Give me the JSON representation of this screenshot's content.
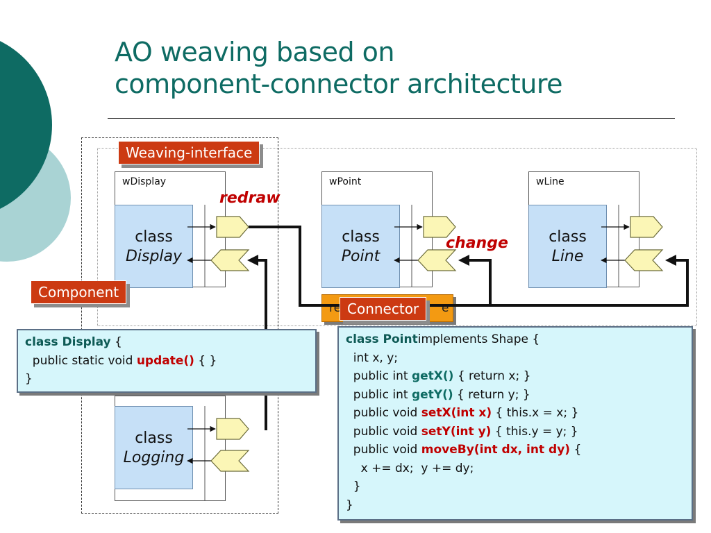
{
  "title": {
    "line1": "AO weaving based on",
    "line2": "component-connector architecture"
  },
  "tags": {
    "weaving_interface": "Weaving-interface",
    "component": "Component",
    "connector": "Connector"
  },
  "weaving_interfaces": [
    {
      "label": "wDisplay",
      "class_kw": "class",
      "class_name": "Display"
    },
    {
      "label": "wPoint",
      "class_kw": "class",
      "class_name": "Point"
    },
    {
      "label": "wLine",
      "class_kw": "class",
      "class_name": "Line"
    },
    {
      "label": "",
      "class_kw": "class",
      "class_name": "Logging"
    }
  ],
  "connector_labels": {
    "redraw": "redraw",
    "change": "change",
    "connector_box_left": "re",
    "connector_box_right": "e"
  },
  "code_display": {
    "l1_kw": "class Display",
    "l1_rest": " {",
    "l2_pre": "  public static void ",
    "l2_method": "update()",
    "l2_post": " { }",
    "l3": "}"
  },
  "code_point": {
    "l1_kw": "class Point",
    "l1_rest": "implements Shape {",
    "l2": "  int x, y;",
    "l3_pre": "  public int ",
    "l3_m": "getX()",
    "l3_post": " { return x; }",
    "l4_pre": "  public int ",
    "l4_m": "getY()",
    "l4_post": " { return y; }",
    "l5_pre": "  public void ",
    "l5_m": "setX(int x)",
    "l5_post": " { this.x = x; }",
    "l6_pre": "  public void ",
    "l6_m": "setY(int y)",
    "l6_post": " { this.y = y; }",
    "l7_pre": "  public void ",
    "l7_m": "moveBy(int dx, int dy)",
    "l7_post": " {",
    "l8": "    x += dx;  y += dy;",
    "l9": "  }",
    "l10": "}"
  },
  "colors": {
    "teal": "#0e6b63",
    "light_teal": "#a9d3d4",
    "tag_red": "#cc3a12",
    "class_blue": "#c6e0f7",
    "port_yellow": "#fbf6b6",
    "code_bg": "#d6f6fb",
    "connector_orange": "#f39a12"
  }
}
